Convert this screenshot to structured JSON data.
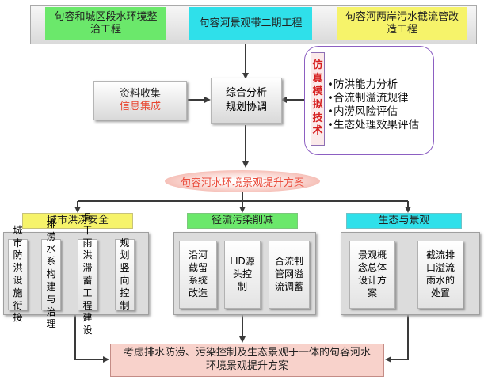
{
  "top_projects": [
    {
      "label": "句容和城区段水环境整治工程"
    },
    {
      "label": "句容河景观带二期工程"
    },
    {
      "label": "句容河两岸污水截流管改造工程"
    }
  ],
  "data_collection": {
    "line1": "资料收集",
    "line2": "信息集成"
  },
  "analysis": {
    "label": "综合分析规划协调"
  },
  "simulation": {
    "tag": "仿真模拟技术",
    "items": [
      "•防洪能力分析",
      "•合流制溢流规律",
      "•内涝风险评估",
      "•生态处理效果评估"
    ]
  },
  "plan": {
    "label": "句容河水环境景观提升方案"
  },
  "categories": [
    {
      "label": "城市洪涝安全",
      "items": [
        "城市防洪设施衔接",
        "排涝水系构建与治理",
        "骨干雨洪滞蓄工程建设",
        "规划竖向控制"
      ]
    },
    {
      "label": "径流污染削减",
      "items": [
        "沿河截留系统改造",
        "LID源头控制",
        "合流制管网溢流调蓄"
      ]
    },
    {
      "label": "生态与景观",
      "items": [
        "景观概念总体设计方案",
        "截流排口溢流雨水的处置"
      ]
    }
  ],
  "final": {
    "label": "考虑排水防涝、污染控制及生态景观于一体的句容河水环境景观提升方案"
  },
  "colors": {
    "green": "#6be86b",
    "cyan": "#2fe0ea",
    "yellow": "#f6f36a",
    "plan_text": "#ea4c3c",
    "sim_text": "#d62020",
    "final_bg": "#f8d2cb"
  }
}
